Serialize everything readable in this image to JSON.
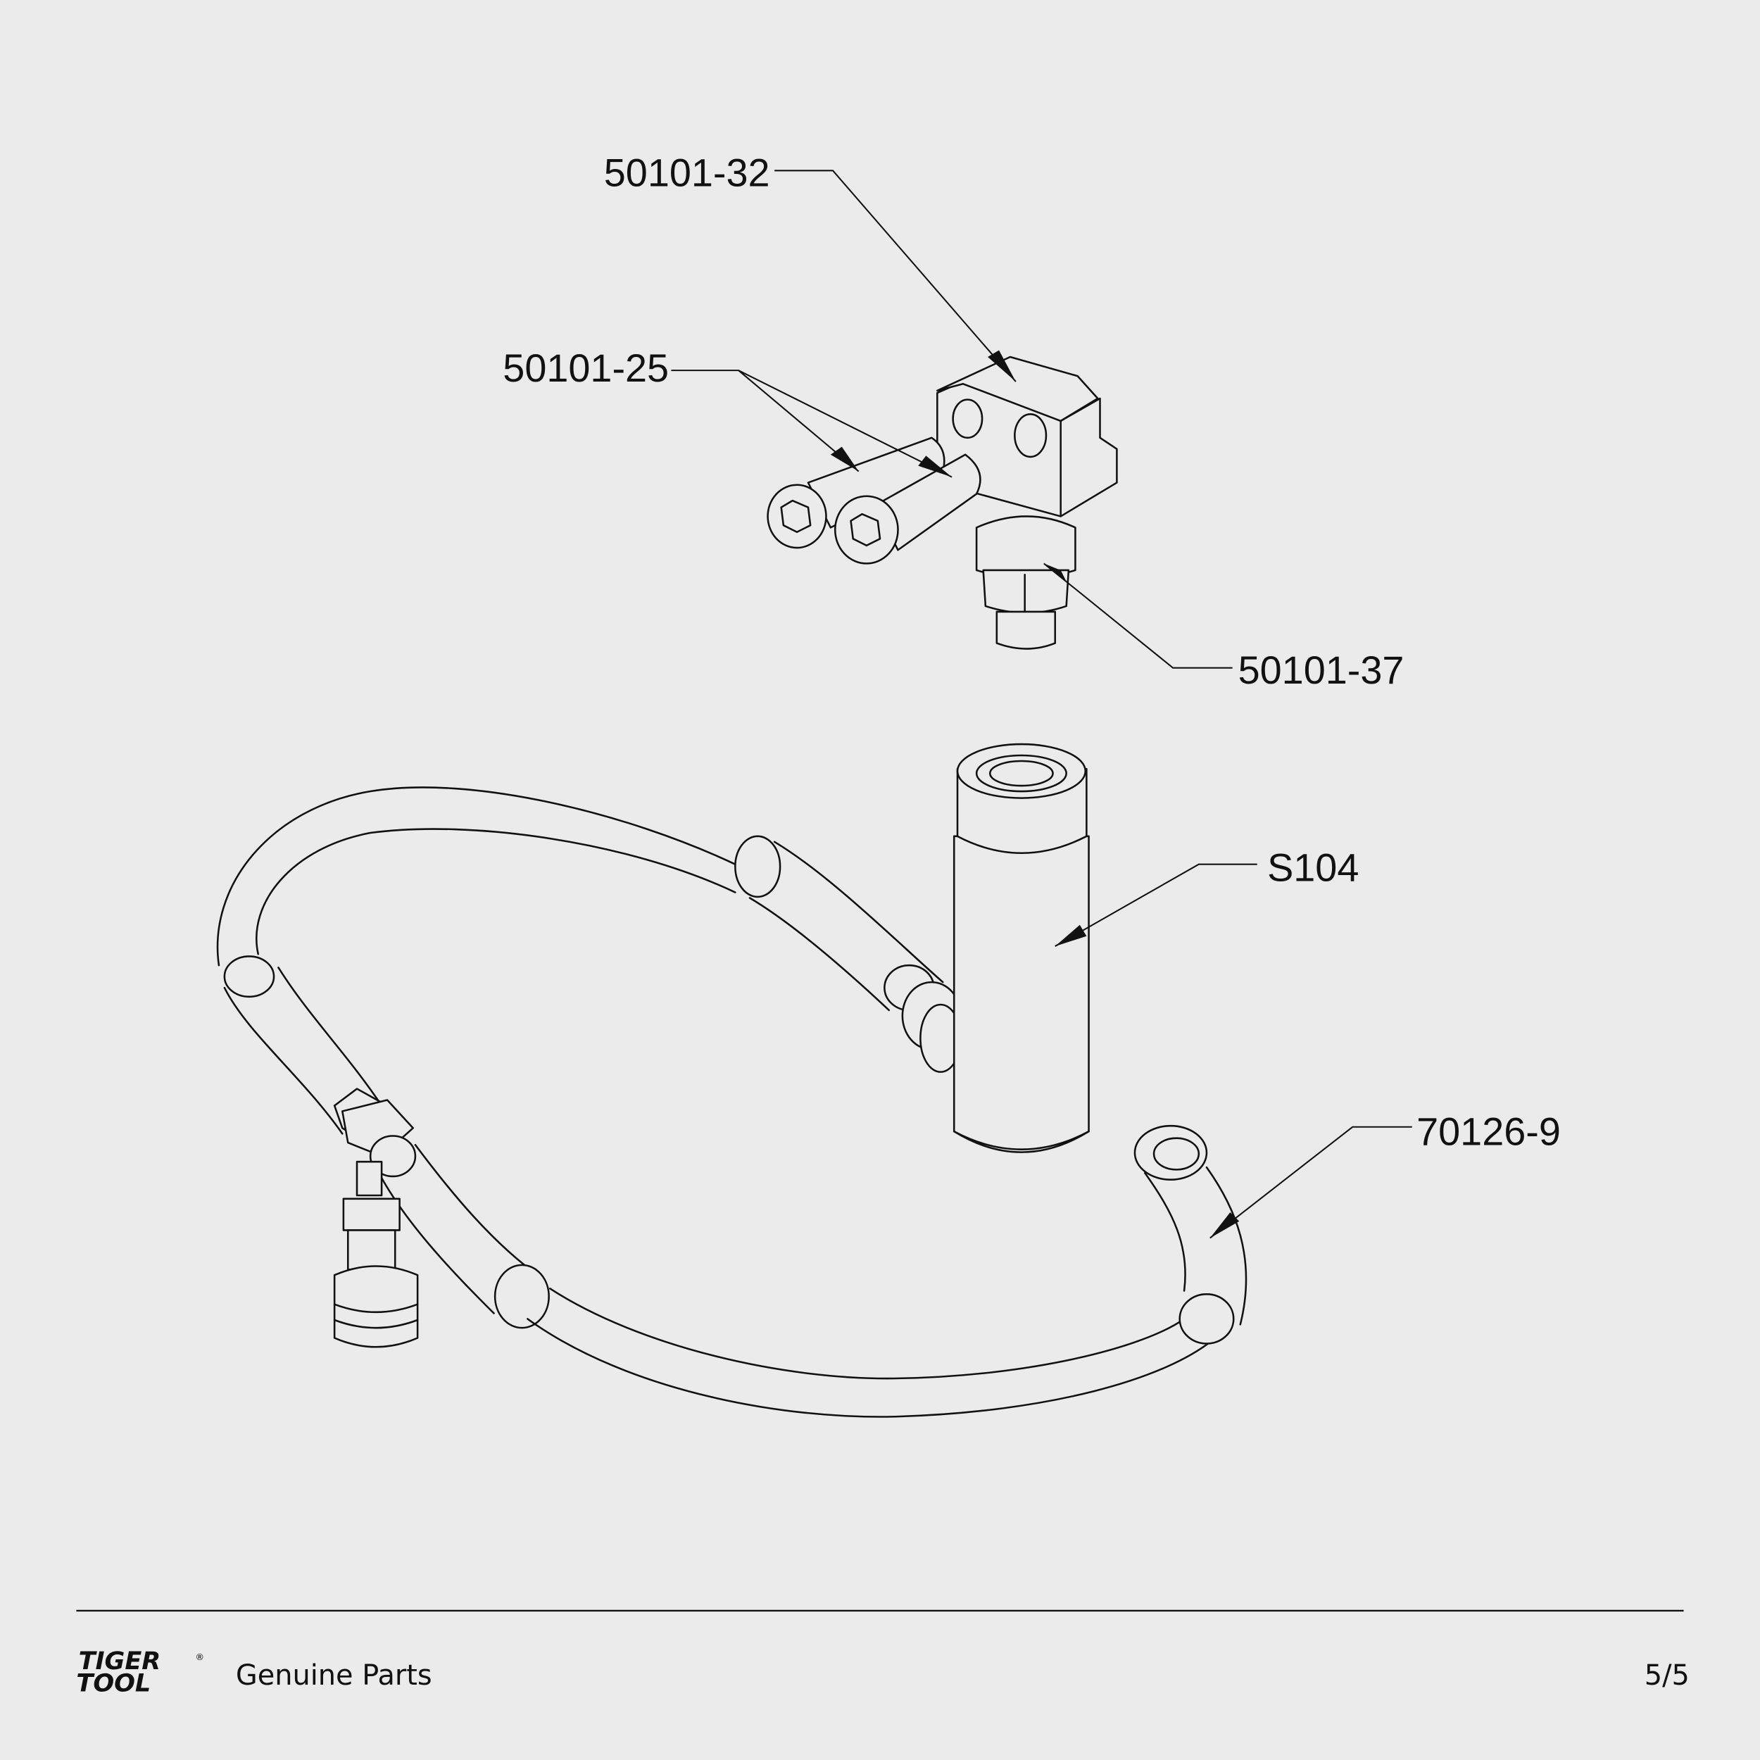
{
  "callouts": {
    "block": "50101-32",
    "bolts": "50101-25",
    "fitting": "50101-37",
    "cylinder": "S104",
    "hose": "70126-9"
  },
  "footer": {
    "brand_line1": "TIGER",
    "brand_line2": "TOOL",
    "registered": "®",
    "tagline": "Genuine Parts",
    "page": "5/5"
  }
}
